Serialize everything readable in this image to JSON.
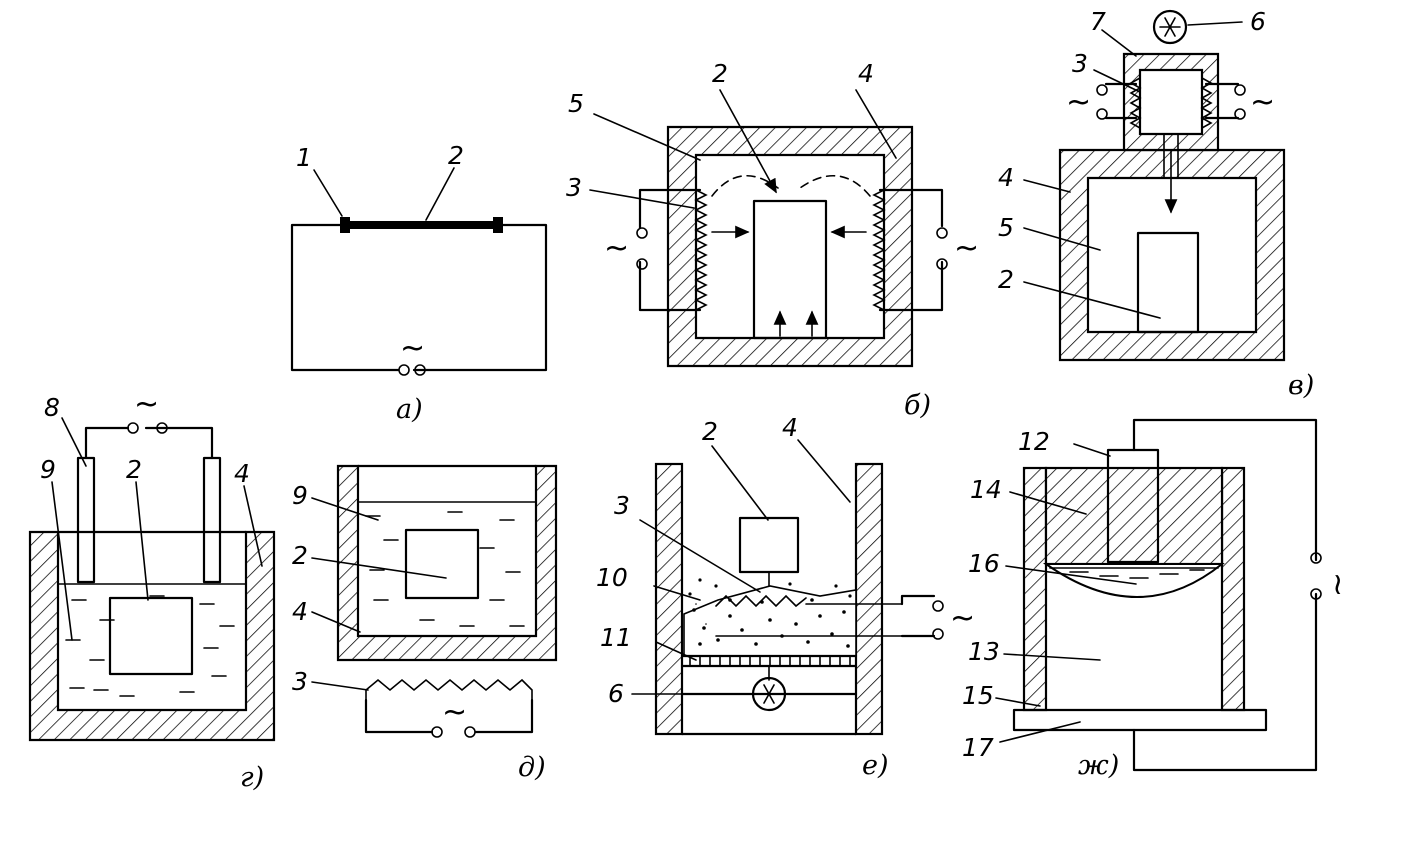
{
  "diagram": {
    "panels": [
      {
        "id": "a",
        "caption": "а)",
        "labels": [
          "1",
          "2"
        ]
      },
      {
        "id": "b",
        "caption": "б)",
        "labels": [
          "2",
          "4",
          "5",
          "3"
        ]
      },
      {
        "id": "v",
        "caption": "в)",
        "labels": [
          "7",
          "6",
          "3",
          "4",
          "5",
          "2"
        ]
      },
      {
        "id": "g",
        "caption": "г)",
        "labels": [
          "8",
          "9",
          "2",
          "4"
        ]
      },
      {
        "id": "d",
        "caption": "д)",
        "labels": [
          "9",
          "2",
          "4",
          "3"
        ]
      },
      {
        "id": "e",
        "caption": "е)",
        "labels": [
          "2",
          "4",
          "3",
          "10",
          "11",
          "6"
        ]
      },
      {
        "id": "zh",
        "caption": "ж)",
        "labels": [
          "12",
          "14",
          "16",
          "13",
          "15",
          "17"
        ]
      }
    ],
    "ac_symbol": "~"
  }
}
